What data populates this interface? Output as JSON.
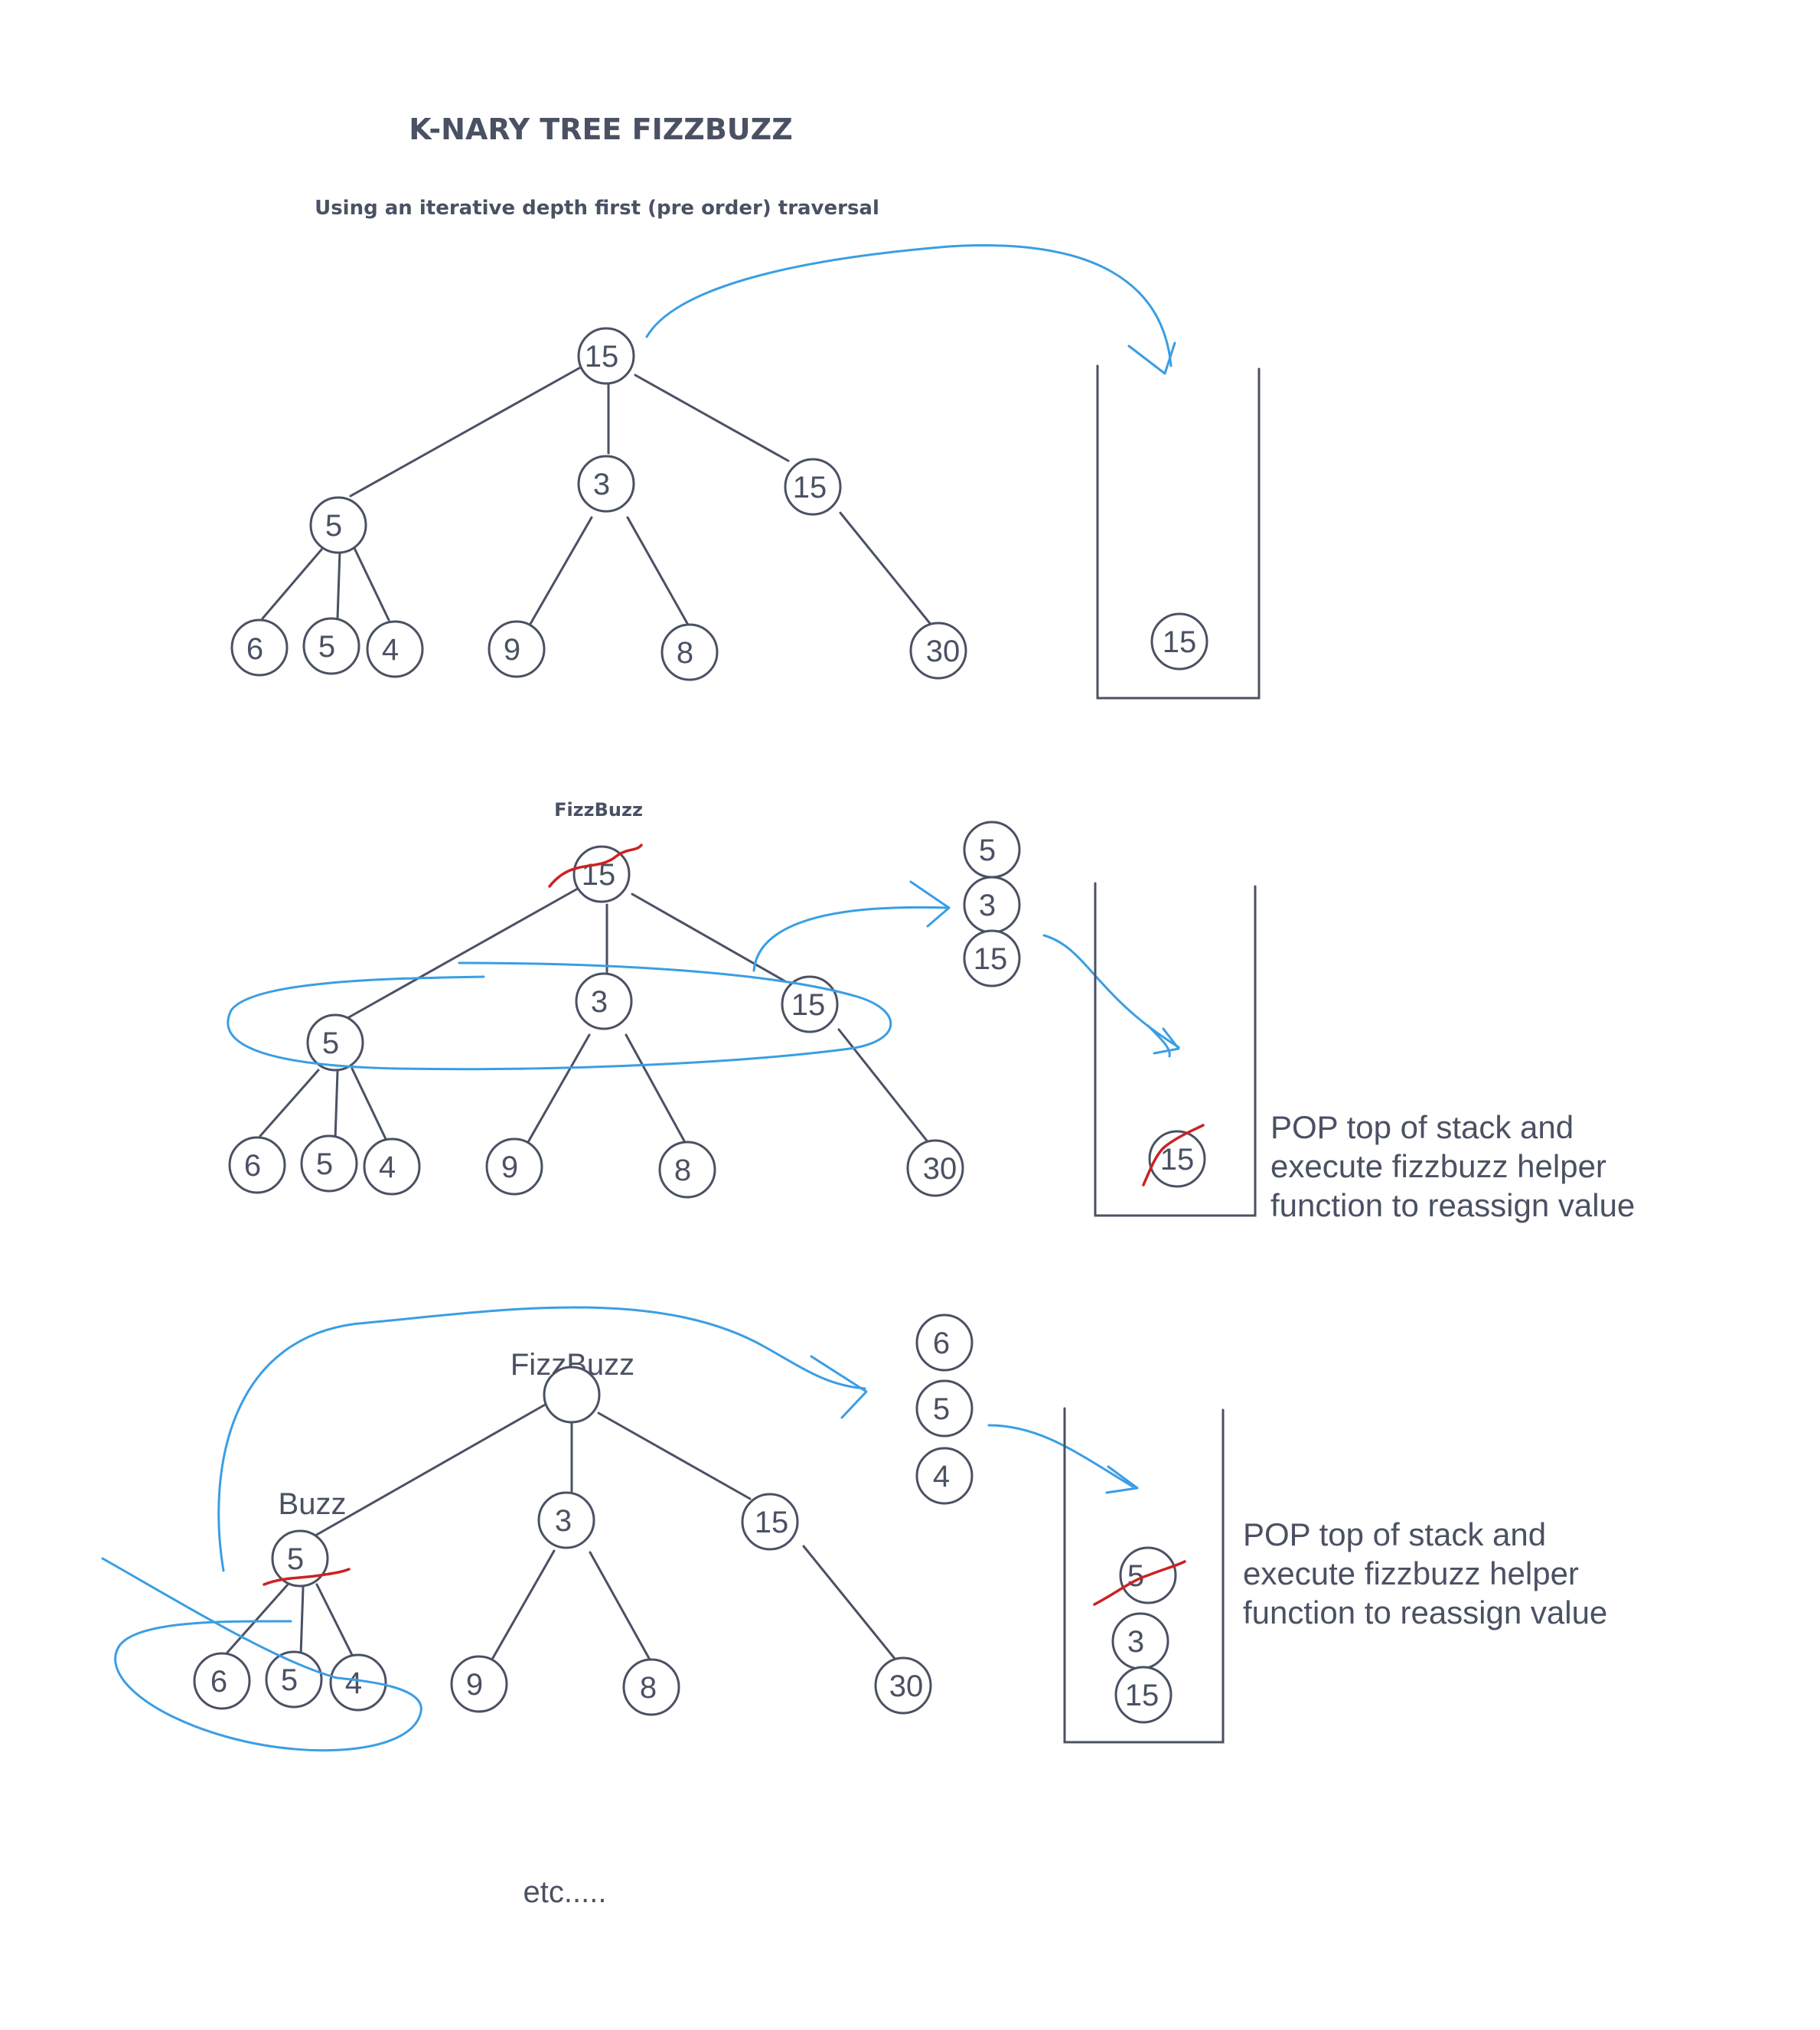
{
  "title": "K-NARY TREE FIZZBUZZ",
  "subtitle": "Using an iterative depth first (pre order) traversal",
  "step1": {
    "tree": {
      "root": "15",
      "level1": [
        "5",
        "3",
        "15"
      ],
      "level2": [
        "6",
        "5",
        "4",
        "9",
        "8",
        "30"
      ]
    },
    "stack": [
      "15"
    ]
  },
  "step2": {
    "root_label": "FizzBuzz",
    "tree": {
      "root": "15",
      "level1": [
        "5",
        "3",
        "15"
      ],
      "level2": [
        "6",
        "5",
        "4",
        "9",
        "8",
        "30"
      ]
    },
    "pushed": [
      "5",
      "3",
      "15"
    ],
    "stack": [
      "15"
    ],
    "note": [
      "POP top of stack and",
      "execute fizzbuzz helper",
      "function to reassign value"
    ]
  },
  "step3": {
    "root_label": "FizzBuzz",
    "child_label": "Buzz",
    "tree": {
      "root": "",
      "level1": [
        "5",
        "3",
        "15"
      ],
      "level2": [
        "6",
        "5",
        "4",
        "9",
        "8",
        "30"
      ]
    },
    "pushed": [
      "6",
      "5",
      "4"
    ],
    "stack": [
      "5",
      "3",
      "15"
    ],
    "note": [
      "POP top of stack and",
      "execute fizzbuzz helper",
      "function to reassign value"
    ]
  },
  "footer": "etc.....",
  "colors": {
    "ink": "#4a5163",
    "annotation_blue": "#3a9ee4",
    "strike_red": "#cc2222"
  }
}
